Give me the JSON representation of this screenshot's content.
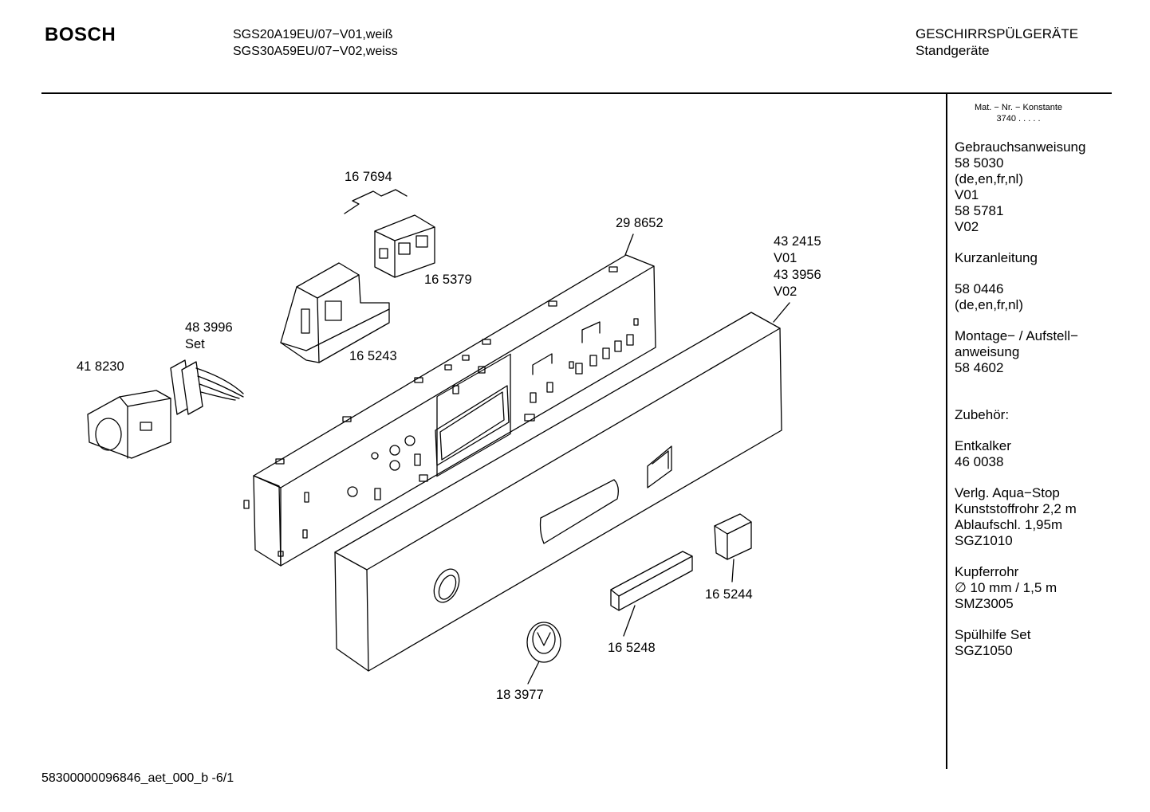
{
  "header": {
    "brand": "BOSCH",
    "models": [
      "SGS20A19EU/07−V01,weiß",
      "SGS30A59EU/07−V02,weiss"
    ],
    "category": [
      "GESCHIRRSPÜLGERÄTE",
      "Standgeräte"
    ]
  },
  "callouts": {
    "c167694": "16 7694",
    "c298652": "29 8652",
    "c432415": [
      "43 2415",
      "V01",
      "43 3956",
      "V02"
    ],
    "c165379": "16 5379",
    "c483996": [
      "48 3996",
      "Set"
    ],
    "c418230": "41 8230",
    "c165243": "16 5243",
    "c165244": "16 5244",
    "c165248": "16 5248",
    "c183977": "18 3977"
  },
  "sidebar": {
    "header": [
      "Mat. − Nr. − Konstante",
      "3740 .   .   .   .   ."
    ],
    "blocks": [
      [
        "Gebrauchsanweisung",
        "58 5030",
        "(de,en,fr,nl)",
        "V01",
        "58 5781",
        "V02"
      ],
      [
        "Kurzanleitung"
      ],
      [
        "58 0446",
        "(de,en,fr,nl)"
      ],
      [
        "Montage− / Aufstell−",
        "anweisung",
        "58 4602"
      ],
      [
        "Zubehör:"
      ],
      [
        "Entkalker",
        "46 0038"
      ],
      [
        "Verlg. Aqua−Stop",
        "Kunststoffrohr 2,2 m",
        "Ablaufschl. 1,95m",
        "SGZ1010"
      ],
      [
        "Kupferrohr",
        "∅ 10 mm / 1,5 m",
        "SMZ3005"
      ],
      [
        "Spülhilfe Set",
        "SGZ1050"
      ]
    ]
  },
  "footer": "58300000096846_aet_000_b  -6/1"
}
